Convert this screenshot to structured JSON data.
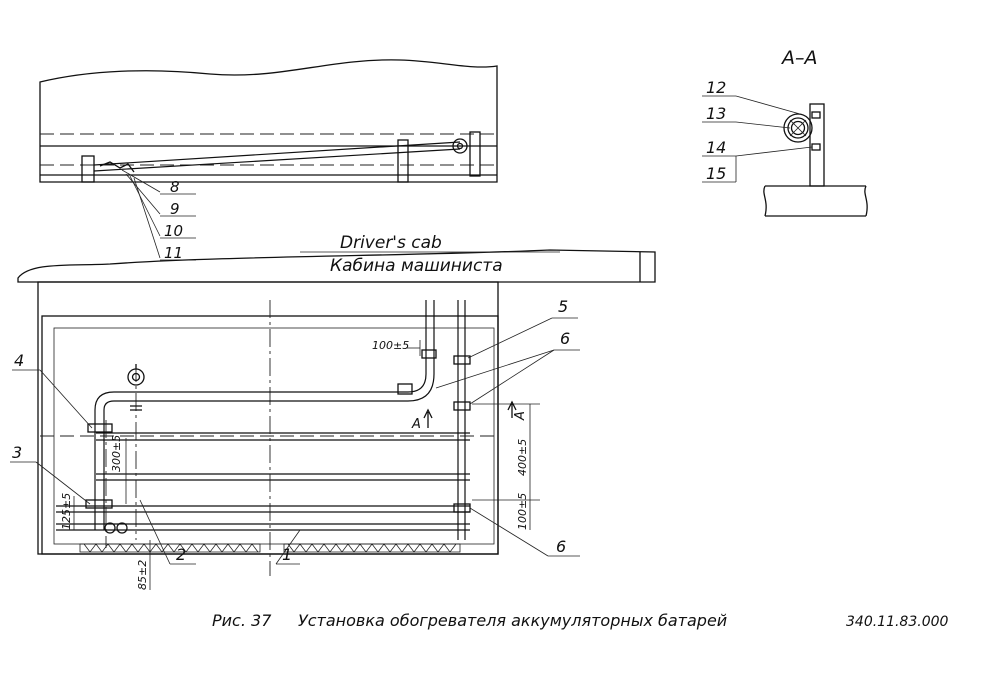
{
  "section_title": "A–A",
  "callouts_top_view": [
    "8",
    "9",
    "10",
    "11"
  ],
  "callouts_section": [
    "12",
    "13",
    "14",
    "15"
  ],
  "callouts_main": {
    "c1": "1",
    "c2": "2",
    "c3": "3",
    "c4": "4",
    "c5": "5",
    "c6_upper": "6",
    "c6_lower": "6"
  },
  "cab_label_en": "Driver's   cab",
  "cab_label_ru": "Кабина   машиниста",
  "dimensions": {
    "d_100": "100±5",
    "d_300": "300±5",
    "d_400": "400±5",
    "d_125": "125±5",
    "d_85": "85±2",
    "d_100b": "100±5"
  },
  "section_marks": {
    "upper": "A",
    "right": "A"
  },
  "caption": {
    "figure": "Рис. 37",
    "title": "Установка обогревателя аккумуляторных батарей",
    "doc_number": "340.11.83.000"
  },
  "colors": {
    "ink": "#111111",
    "paper": "#ffffff"
  }
}
